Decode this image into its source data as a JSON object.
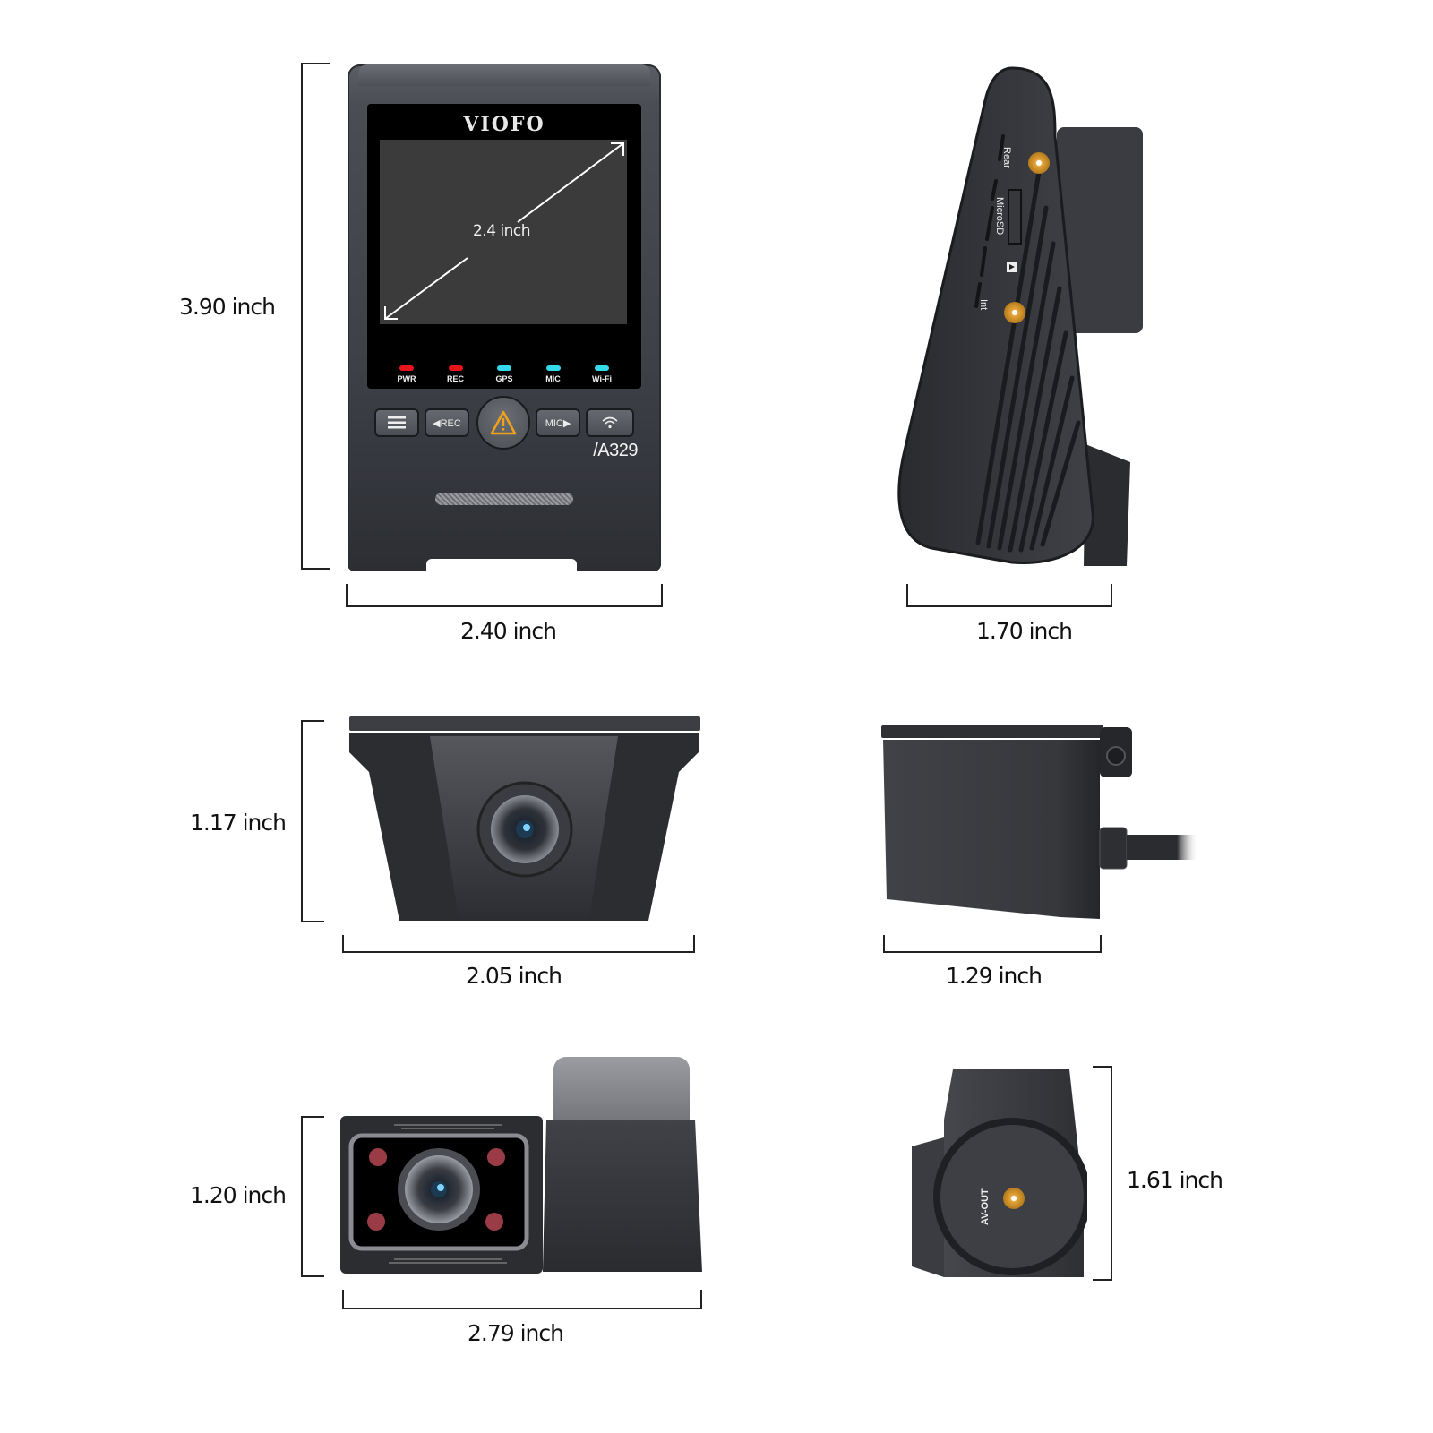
{
  "front_view": {
    "brand": "VIOFO",
    "screen_diagonal_label": "2.4 inch",
    "model_label": "/A329",
    "leds": [
      {
        "label": "PWR",
        "color": "#e8141c"
      },
      {
        "label": "REC",
        "color": "#e8141c"
      },
      {
        "label": "GPS",
        "color": "#35d9ec"
      },
      {
        "label": "MIC",
        "color": "#35d9ec"
      },
      {
        "label": "Wi-Fi",
        "color": "#35d9ec"
      }
    ],
    "buttons": [
      {
        "label": "",
        "icon": "menu-icon"
      },
      {
        "label": "◀REC",
        "icon": "rec-back-icon"
      },
      {
        "label": "",
        "icon": "warning-icon",
        "accent": "#f2a219"
      },
      {
        "label": "MIC▶",
        "icon": "mic-forward-icon"
      },
      {
        "label": "",
        "icon": "wifi-icon"
      }
    ],
    "height_label": "3.90 inch",
    "width_label": "2.40 inch"
  },
  "side_view": {
    "port_labels": [
      "Rear",
      "MicroSD",
      "Int"
    ],
    "port_color": "#e2a236",
    "width_label": "1.70 inch"
  },
  "rear_camera_front": {
    "height_label": "1.17 inch",
    "width_label": "2.05 inch"
  },
  "rear_camera_side": {
    "width_label": "1.29 inch"
  },
  "interior_camera_front": {
    "height_label": "1.20 inch",
    "width_label": "2.79 inch",
    "ir_led_color": "#9a3c46"
  },
  "interior_camera_side": {
    "port_label": "AV-OUT",
    "height_label": "1.61 inch"
  }
}
